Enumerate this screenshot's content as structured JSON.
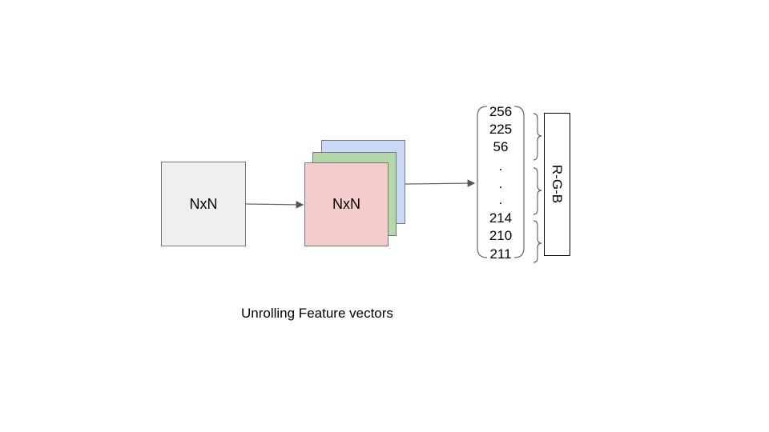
{
  "input_box": {
    "label": "NxN",
    "fill": "#efefef"
  },
  "stack": {
    "label": "NxN",
    "layers": [
      {
        "name": "blue",
        "fill": "#c9daf8"
      },
      {
        "name": "green",
        "fill": "#b6d7a8"
      },
      {
        "name": "red",
        "fill": "#f4cccc"
      }
    ]
  },
  "vector": {
    "values": [
      "256",
      "225",
      "56",
      ".",
      ".",
      ".",
      "214",
      "210",
      "211"
    ]
  },
  "rgb_label": "R-G-B",
  "caption": "Unrolling  Feature vectors",
  "colors": {
    "stroke": "#666666",
    "border": "#777777"
  }
}
